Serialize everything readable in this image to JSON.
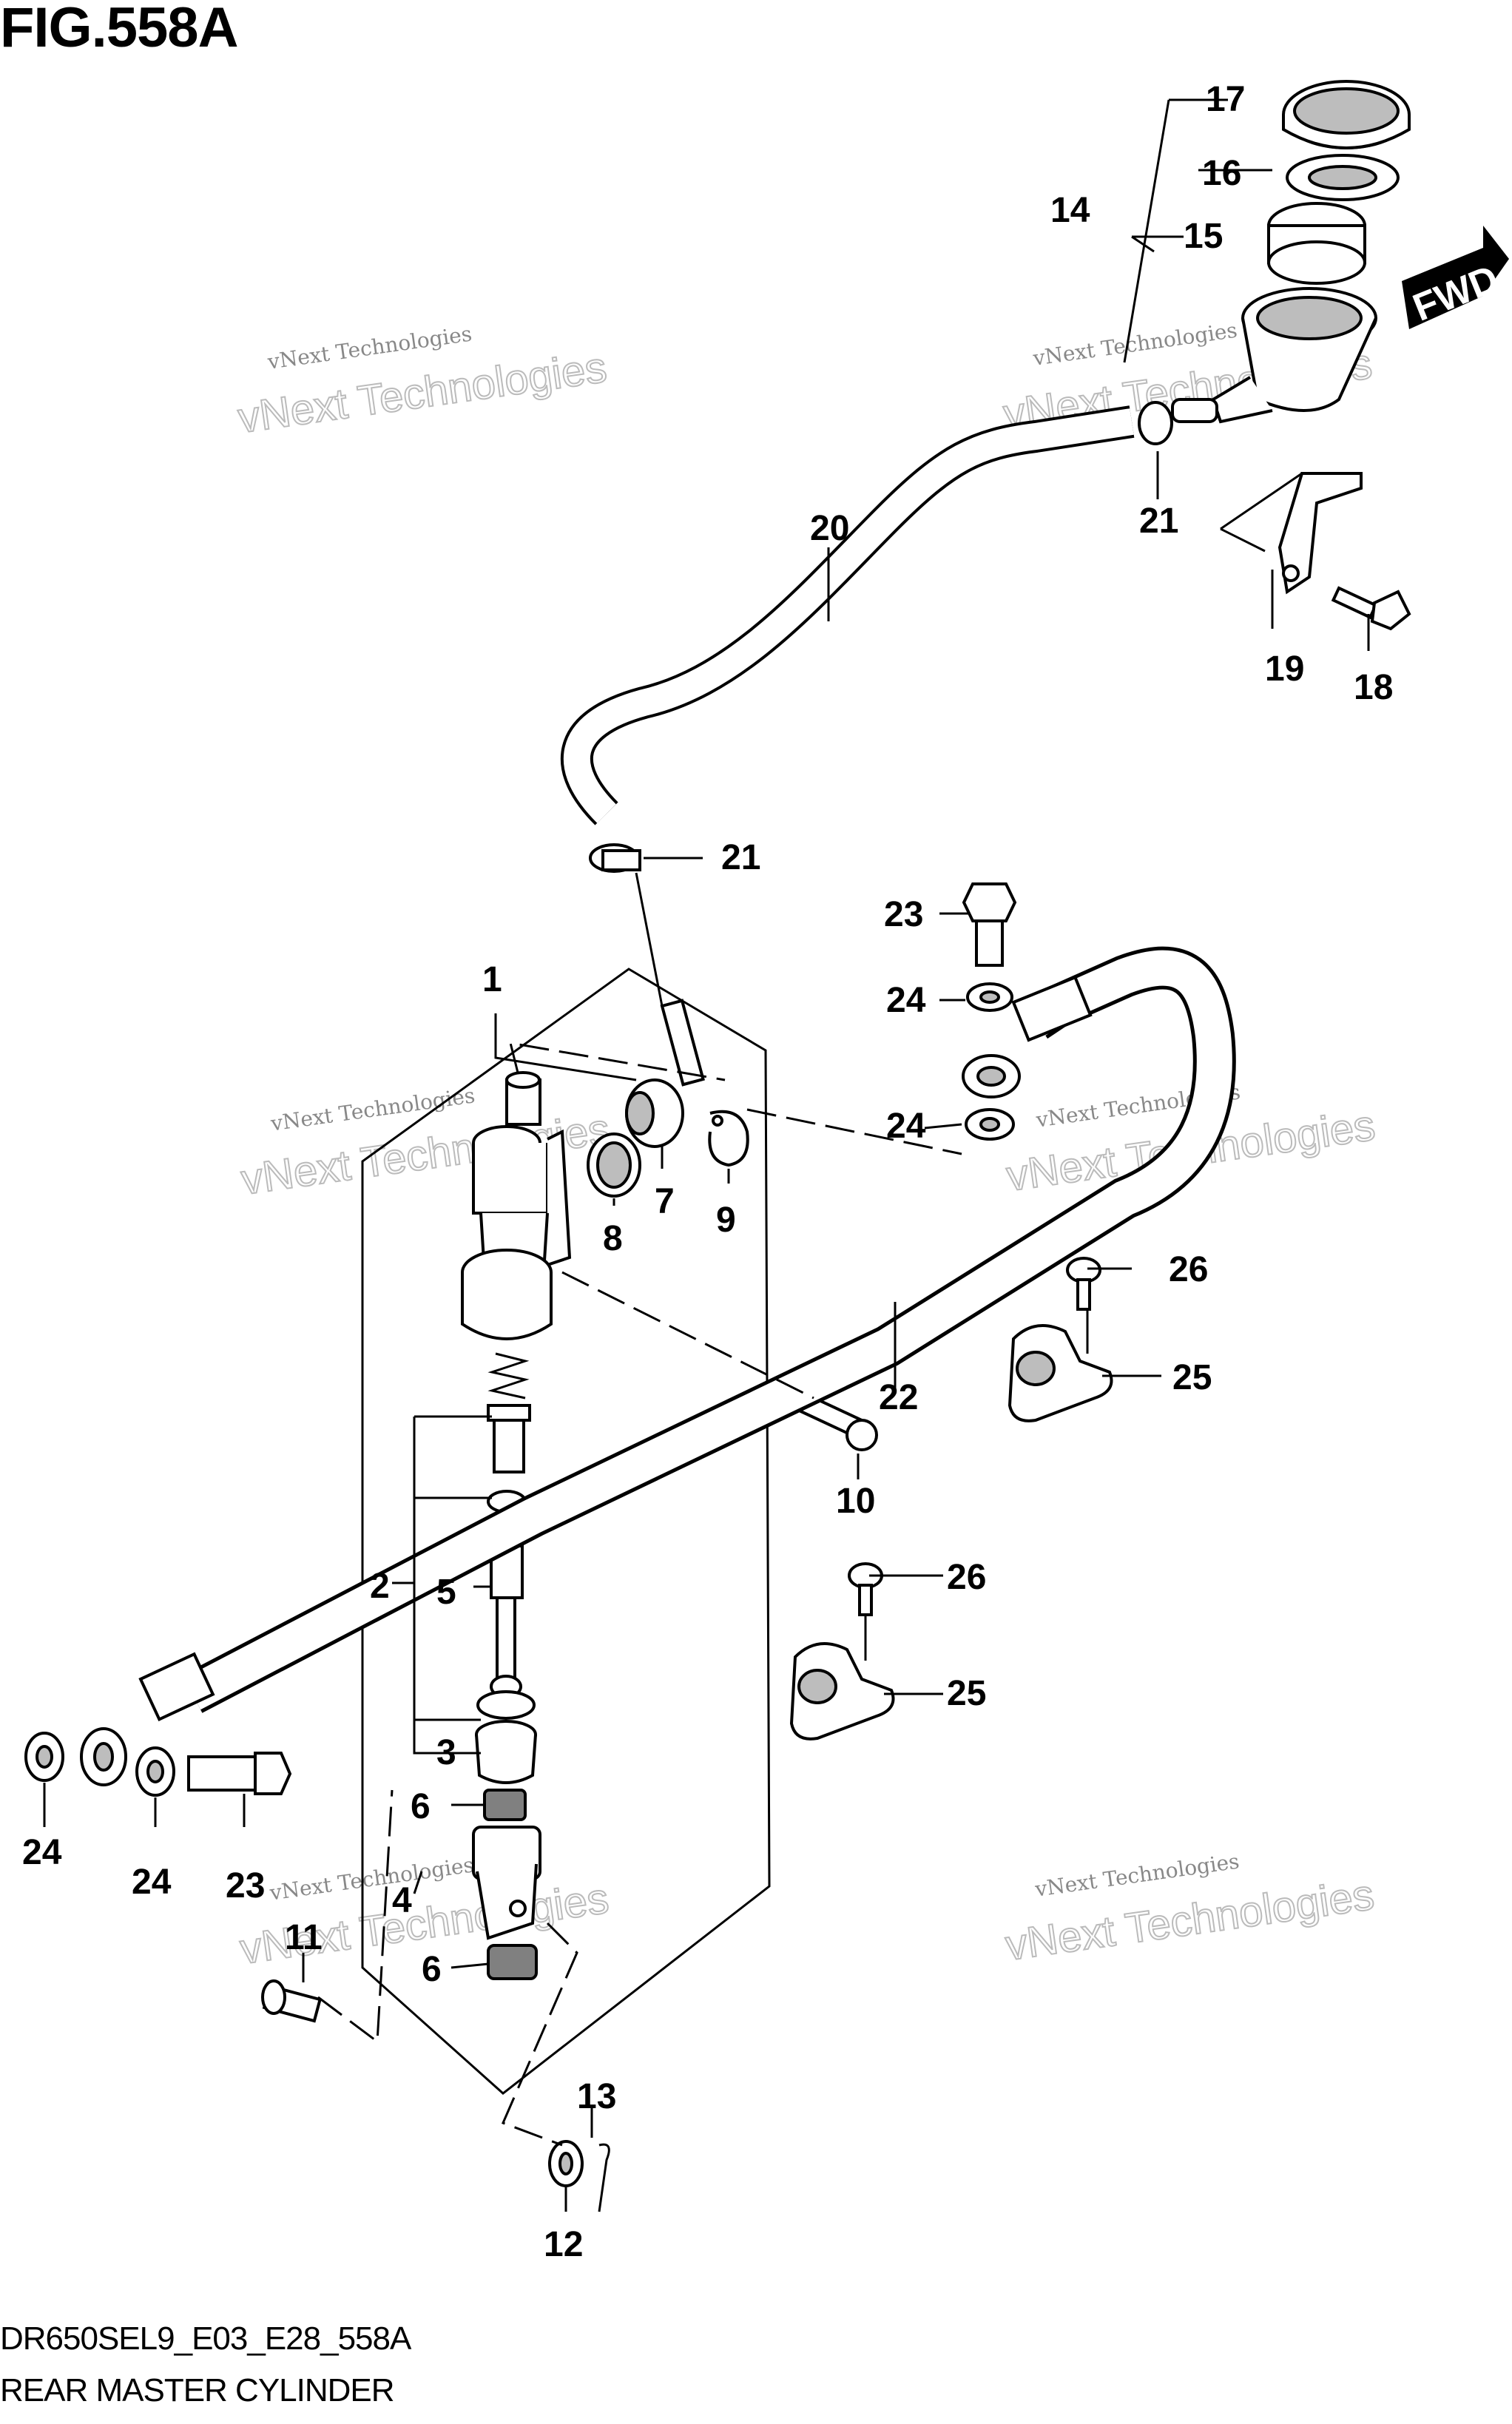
{
  "figure": {
    "title": "FIG.558A",
    "code": "DR650SEL9_E03_E28_558A",
    "name": "REAR MASTER CYLINDER"
  },
  "direction_badge": "FWD",
  "watermark": {
    "line1": "vNext Technologies",
    "line2": "vNext Technologies"
  },
  "callouts": {
    "c17": "17",
    "c16": "16",
    "c14": "14",
    "c15": "15",
    "c21a": "21",
    "c19": "19",
    "c18": "18",
    "c20": "20",
    "c21b": "21",
    "c23a": "23",
    "c24a": "24",
    "c24b": "24",
    "c1": "1",
    "c7": "7",
    "c8": "8",
    "c9": "9",
    "c26a": "26",
    "c25a": "25",
    "c22": "22",
    "c10": "10",
    "c26b": "26",
    "c25b": "25",
    "c2": "2",
    "c5": "5",
    "c3": "3",
    "c24c": "24",
    "c24d": "24",
    "c23b": "23",
    "c6a": "6",
    "c11": "11",
    "c4": "4",
    "c6b": "6",
    "c13": "13",
    "c12": "12"
  }
}
